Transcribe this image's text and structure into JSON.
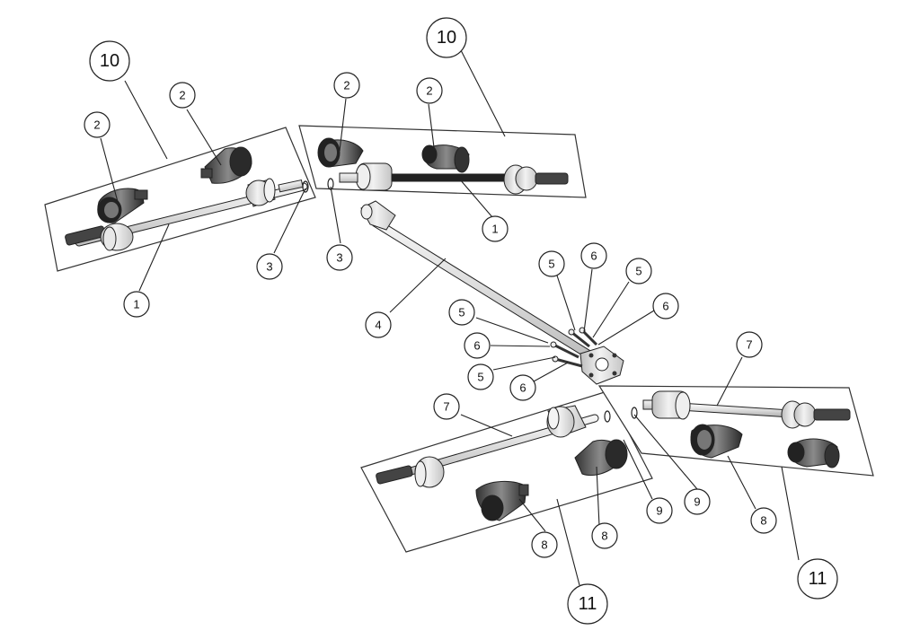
{
  "diagram": {
    "kind": "exploded-parts-view",
    "colors": {
      "line": "#222222",
      "part_light": "#eeeeee",
      "part_mid": "#c8c8c8",
      "boot_dark": "#555555",
      "boot_black": "#1a1a1a",
      "background": "#ffffff"
    },
    "callouts": [
      {
        "label": "10"
      },
      {
        "label": "2"
      },
      {
        "label": "2"
      },
      {
        "label": "3"
      },
      {
        "label": "1"
      },
      {
        "label": "10"
      },
      {
        "label": "2"
      },
      {
        "label": "2"
      },
      {
        "label": "3"
      },
      {
        "label": "1"
      },
      {
        "label": "5"
      },
      {
        "label": "6"
      },
      {
        "label": "5"
      },
      {
        "label": "6"
      },
      {
        "label": "4"
      },
      {
        "label": "5"
      },
      {
        "label": "6"
      },
      {
        "label": "5"
      },
      {
        "label": "6"
      },
      {
        "label": "7"
      },
      {
        "label": "9"
      },
      {
        "label": "8"
      },
      {
        "label": "8"
      },
      {
        "label": "11"
      },
      {
        "label": "7"
      },
      {
        "label": "9"
      },
      {
        "label": "8"
      },
      {
        "label": "11"
      }
    ]
  }
}
